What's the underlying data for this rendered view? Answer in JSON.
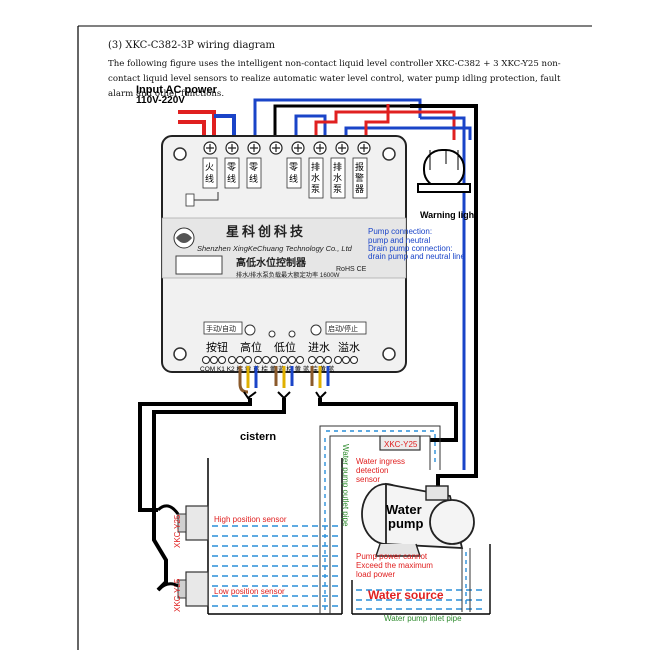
{
  "document": {
    "title": "(3) XKC-C382-3P wiring diagram",
    "description": "The following figure uses the intelligent non-contact liquid level controller XKC-C382 + 3 XKC-Y25 non-contact liquid level sensors to realize automatic water level control, water pump idling protection, fault alarm and other functions."
  },
  "power": {
    "label": "Input AC power",
    "voltage": "110V-220V"
  },
  "controller": {
    "terminals_top": [
      "火线",
      "零线",
      "零线",
      "零线",
      "排水泵",
      "排水泵",
      "报警器"
    ],
    "brand_cn": "星科创科技",
    "brand_en": "Shenzhen XingKeChuang Technology Co., Ltd",
    "product_cn": "高低水位控制器",
    "power_note": "排水/排水泵负载最大额定功率 1600W",
    "cert": "RoHS CE",
    "switch_left": "手动/自动",
    "switch_right": "启动/停止",
    "terminals_bottom": [
      "按钮",
      "高位",
      "低位",
      "进水",
      "溢水"
    ],
    "pin_labels": "COM K1 K2 棕 黄 蓝 棕 黄 蓝 棕 黄 蓝 棕 黄 蓝"
  },
  "annotations": {
    "pump_connection": "Pump connection:",
    "pump_connection_detail": "pump and neutral",
    "drain_connection": "Drain pump connection:",
    "drain_connection_detail": "drain pump and neutral line",
    "warning_light": "Warning light",
    "cistern": "cistern",
    "sensor_top": "XKC-Y25",
    "ingress_1": "Water ingress",
    "ingress_2": "detection",
    "ingress_3": "sensor",
    "pump_1": "Water",
    "pump_2": "pump",
    "outlet_pipe": "Water pump outlet pipe",
    "high_sensor": "High position sensor",
    "low_sensor": "Low position sensor",
    "sensor_high_tag": "XKC-Y25",
    "sensor_low_tag": "XKC-Y25",
    "pump_power_1": "Pump power cannot",
    "pump_power_2": "Exceed the maximum",
    "pump_power_3": "load power",
    "water_source": "Water source",
    "inlet_pipe": "Water pump inlet pipe"
  },
  "colors": {
    "live": "#e02020",
    "neutral": "#1a44c8",
    "wire": "#000000",
    "annot_red": "#e02020",
    "annot_blue": "#1a44c8",
    "annot_green": "#2e8b2e",
    "water": "#2a8fd8",
    "sensor_brown": "#8b5a2b",
    "sensor_yellow": "#e0b000"
  }
}
